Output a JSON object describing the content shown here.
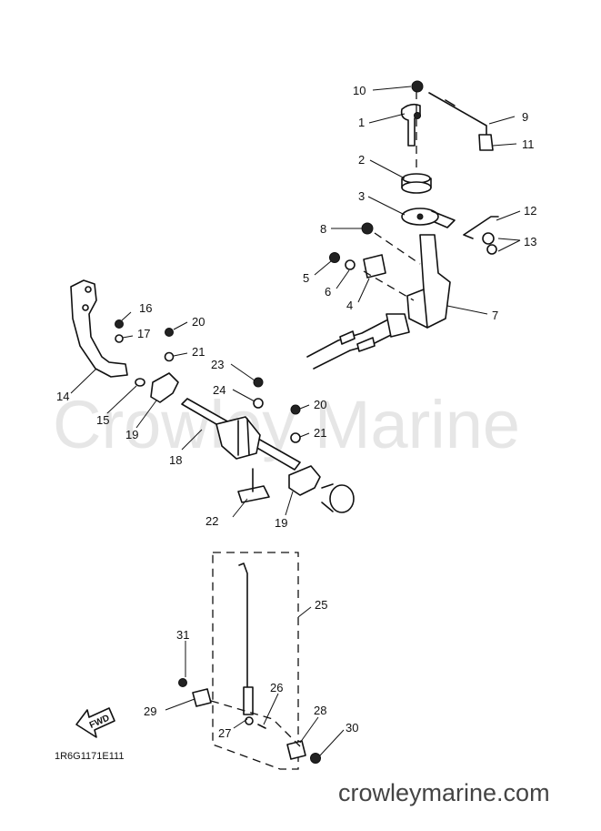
{
  "diagram": {
    "watermark": "Crowley Marine",
    "website": "crowleymarine.com",
    "drawing_code": "1R6G1171E111",
    "fwd_label": "FWD",
    "callouts": {
      "c1": "1",
      "c2": "2",
      "c3": "3",
      "c4": "4",
      "c5": "5",
      "c6": "6",
      "c7": "7",
      "c8": "8",
      "c9": "9",
      "c10": "10",
      "c11": "11",
      "c12": "12",
      "c13": "13",
      "c14": "14",
      "c15": "15",
      "c16": "16",
      "c17": "17",
      "c18": "18",
      "c19a": "19",
      "c19b": "19",
      "c20a": "20",
      "c20b": "20",
      "c21a": "21",
      "c21b": "21",
      "c22": "22",
      "c23": "23",
      "c24": "24",
      "c25": "25",
      "c26": "26",
      "c27": "27",
      "c28": "28",
      "c29": "29",
      "c30": "30",
      "c31": "31"
    }
  }
}
